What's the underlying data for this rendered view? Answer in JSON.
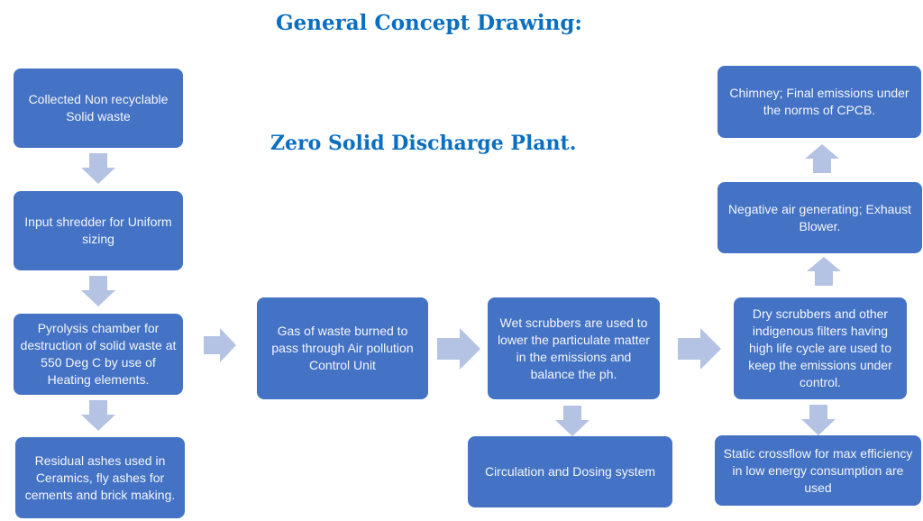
{
  "titles": {
    "heading": "General Concept Drawing:",
    "subheading": "Zero Solid Discharge Plant."
  },
  "colors": {
    "title": "#0b6fc1",
    "box_fill": "#4472c4",
    "box_text": "#f3f6fc",
    "arrow_fill": "#b4c3e3"
  },
  "steps": [
    {
      "id": "collected-waste",
      "text": "Collected Non recyclable Solid waste"
    },
    {
      "id": "input-shredder",
      "text": "Input shredder for Uniform sizing"
    },
    {
      "id": "pyrolysis-chamber",
      "text": "Pyrolysis chamber for destruction of solid waste at 550 Deg C by use of Heating elements."
    },
    {
      "id": "residual-ashes",
      "text": "Residual ashes used in Ceramics, fly ashes for cements and brick making."
    },
    {
      "id": "gas-burned",
      "text": "Gas of waste burned to pass through Air pollution Control Unit"
    },
    {
      "id": "wet-scrubbers",
      "text": "Wet scrubbers are used to lower the particulate matter in the emissions and balance the ph."
    },
    {
      "id": "circulation-dosing",
      "text": "Circulation and Dosing system"
    },
    {
      "id": "dry-scrubbers",
      "text": "Dry scrubbers and other indigenous filters having high life cycle are used to keep the emissions under control."
    },
    {
      "id": "static-crossflow",
      "text": "Static crossflow for max efficiency in low energy consumption are used"
    },
    {
      "id": "exhaust-blower",
      "text": "Negative air generating; Exhaust Blower."
    },
    {
      "id": "chimney",
      "text": "Chimney; Final emissions under the norms of CPCB."
    }
  ],
  "flow": [
    {
      "from": "collected-waste",
      "to": "input-shredder",
      "direction": "down"
    },
    {
      "from": "input-shredder",
      "to": "pyrolysis-chamber",
      "direction": "down"
    },
    {
      "from": "pyrolysis-chamber",
      "to": "residual-ashes",
      "direction": "down"
    },
    {
      "from": "pyrolysis-chamber",
      "to": "gas-burned",
      "direction": "right"
    },
    {
      "from": "gas-burned",
      "to": "wet-scrubbers",
      "direction": "right"
    },
    {
      "from": "wet-scrubbers",
      "to": "circulation-dosing",
      "direction": "down"
    },
    {
      "from": "wet-scrubbers",
      "to": "dry-scrubbers",
      "direction": "right"
    },
    {
      "from": "dry-scrubbers",
      "to": "static-crossflow",
      "direction": "down"
    },
    {
      "from": "dry-scrubbers",
      "to": "exhaust-blower",
      "direction": "up"
    },
    {
      "from": "exhaust-blower",
      "to": "chimney",
      "direction": "up"
    }
  ]
}
